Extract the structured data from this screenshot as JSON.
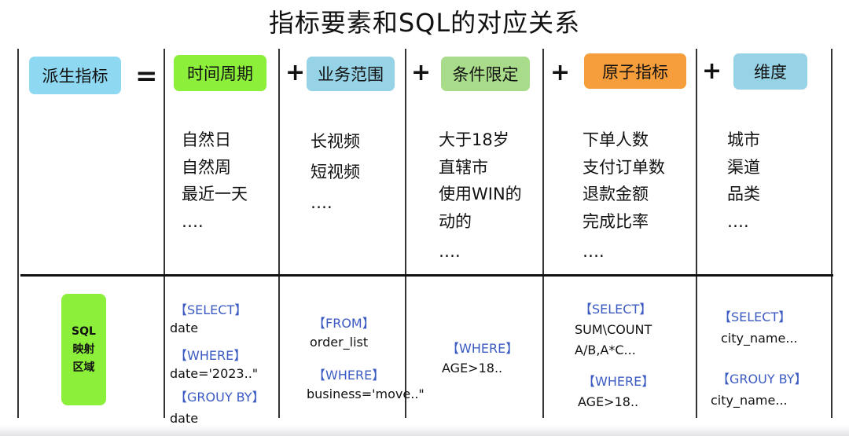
{
  "title": "指标要素和SQL的对应关系",
  "operators": {
    "equals": "=",
    "plus": "+"
  },
  "columns": [
    {
      "header": "派生指标",
      "color": "#8fd8f2",
      "items": []
    },
    {
      "header": "时间周期",
      "color": "#8cf03a",
      "items": [
        "自然日",
        "自然周",
        "最近一天",
        "…."
      ]
    },
    {
      "header": "业务范围",
      "color": "#97d3e6",
      "items": [
        "长视频",
        "短视频",
        "…."
      ]
    },
    {
      "header": "条件限定",
      "color": "#a9dc8a",
      "items": [
        "大于18岁",
        "直辖市",
        "使用WIN的",
        "动的",
        "…."
      ]
    },
    {
      "header": "原子指标",
      "color": "#f59e3b",
      "items": [
        "下单人数",
        "支付订单数",
        "退款金额",
        "完成比率",
        "…."
      ]
    },
    {
      "header": "维度",
      "color": "#97d3e6",
      "items": [
        "城市",
        "渠道",
        "品类",
        "…."
      ]
    }
  ],
  "sql_area_label": [
    "SQL",
    "映射",
    "区域"
  ],
  "sql": {
    "time": [
      {
        "kw": "【SELECT】",
        "text": "date"
      },
      {
        "kw": "【WHERE】",
        "text": "date='2023..\""
      },
      {
        "kw": "【GROUY BY】",
        "text": "date"
      }
    ],
    "scope": [
      {
        "kw": "【FROM】",
        "text": "order_list"
      },
      {
        "kw": "【WHERE】",
        "text": "business='move..\""
      }
    ],
    "condition": [
      {
        "kw": "【WHERE】",
        "text": "AGE>18.."
      }
    ],
    "atomic": [
      {
        "kw": "【SELECT】",
        "text": "SUM\\COUNT",
        "text2": "A/B,A*C..."
      },
      {
        "kw": "【WHERE】",
        "text": "AGE>18.."
      }
    ],
    "dimension": [
      {
        "kw": "【SELECT】",
        "text": "city_name..."
      },
      {
        "kw": "【GROUY BY】",
        "text": "city_name..."
      }
    ]
  }
}
